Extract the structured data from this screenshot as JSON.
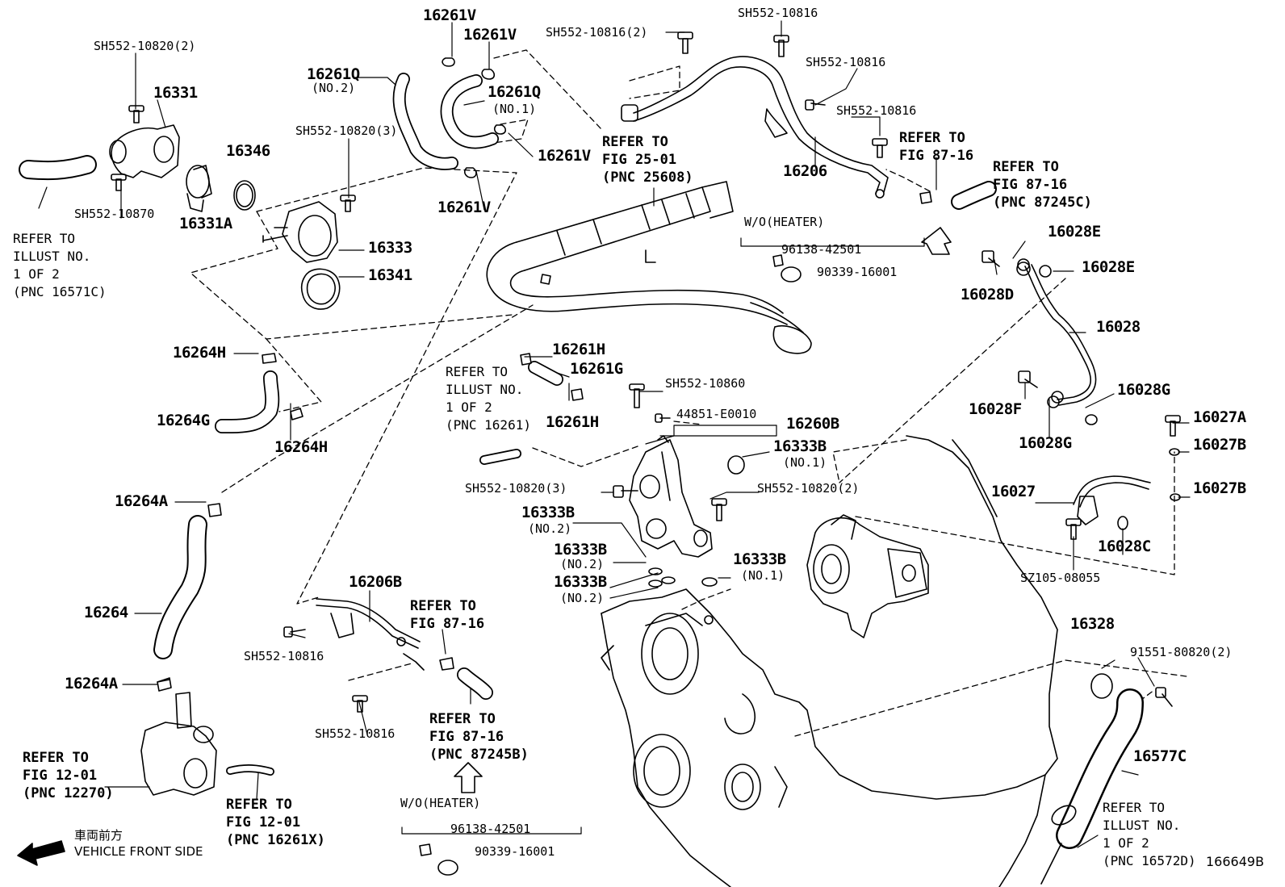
{
  "parts": {
    "p16261V_a": "16261V",
    "p16261V_b": "16261V",
    "p16261V_c": "16261V",
    "p16261V_d": "16261V",
    "p16261Q_1": "16261Q",
    "p16261Q_1_sub": "(NO.1)",
    "p16261Q_2": "16261Q",
    "p16261Q_2_sub": "(NO.2)",
    "p16331": "16331",
    "p16346": "16346",
    "p16331A": "16331A",
    "p16333": "16333",
    "p16341": "16341",
    "p16264H_a": "16264H",
    "p16264H_b": "16264H",
    "p16264G": "16264G",
    "p16264A_a": "16264A",
    "p16264A_b": "16264A",
    "p16264": "16264",
    "p16206": "16206",
    "p16206B": "16206B",
    "p16261H_a": "16261H",
    "p16261H_b": "16261H",
    "p16261G": "16261G",
    "p16260B": "16260B",
    "p16333B_1": "16333B",
    "p16333B_1_sub": "(NO.1)",
    "p16333B_2": "16333B",
    "p16333B_2_sub": "(NO.2)",
    "p16333B_3": "16333B",
    "p16333B_3_sub": "(NO.2)",
    "p16333B_4": "16333B",
    "p16333B_4_sub": "(NO.2)",
    "p16333B_5": "16333B",
    "p16333B_5_sub": "(NO.1)",
    "p16028E_a": "16028E",
    "p16028E_b": "16028E",
    "p16028D": "16028D",
    "p16028": "16028",
    "p16028F": "16028F",
    "p16028G_a": "16028G",
    "p16028G_b": "16028G",
    "p16027A": "16027A",
    "p16027B_a": "16027B",
    "p16027B_b": "16027B",
    "p16027": "16027",
    "p16028C": "16028C",
    "p16328": "16328",
    "p16577C": "16577C"
  },
  "bolts": {
    "sh10820_2_top": "SH552-10820(2)",
    "sh10870": "SH552-10870",
    "sh10820_3_top": "SH552-10820(3)",
    "sh10816_2": "SH552-10816(2)",
    "sh10816_a": "SH552-10816",
    "sh10816_b": "SH552-10816",
    "sh10816_c": "SH552-10816",
    "sh10860": "SH552-10860",
    "b44851": "44851-E0010",
    "sh10820_3_mid": "SH552-10820(3)",
    "sh10820_2_mid": "SH552-10820(2)",
    "sh10816_d": "SH552-10816",
    "sh10816_e": "SH552-10816",
    "sz105": "SZ105-08055",
    "b91551": "91551-80820(2)",
    "b96138_a": "96138-42501",
    "b90339_a": "90339-16001",
    "b96138_b": "96138-42501",
    "b90339_b": "90339-16001"
  },
  "notes": {
    "wo_heater_a": "W/O(HEATER)",
    "wo_heater_b": "W/O(HEATER)",
    "ref_left": "REFER TO\nILLUST NO.\n1 OF 2\n(PNC 16571C)",
    "ref_fig25": "REFER TO\nFIG 25-01\n(PNC 25608)",
    "ref_fig87_a": "REFER TO\nFIG 87-16",
    "ref_fig87_b": "REFER TO\nFIG 87-16\n(PNC 87245C)",
    "ref_mid_illust": "REFER TO\nILLUST NO.\n1 OF 2\n(PNC 16261)",
    "ref_fig87_c": "REFER TO\nFIG 87-16",
    "ref_fig87_d": "REFER TO\nFIG 87-16\n(PNC 87245B)",
    "ref_fig12_a": "REFER TO\nFIG 12-01\n(PNC 12270)",
    "ref_fig12_b": "REFER TO\nFIG 12-01\n(PNC 16261X)",
    "ref_bottom_right": "REFER TO\nILLUST NO.\n1 OF 2\n(PNC 16572D)"
  },
  "footer": {
    "front_jp": "車両前方",
    "front_en": "VEHICLE FRONT SIDE",
    "illustration_id": "166649B"
  },
  "icons": [
    "front-arrow-icon",
    "refer-arrow-icon"
  ],
  "colors": {
    "ink": "#000000",
    "background": "#ffffff"
  }
}
